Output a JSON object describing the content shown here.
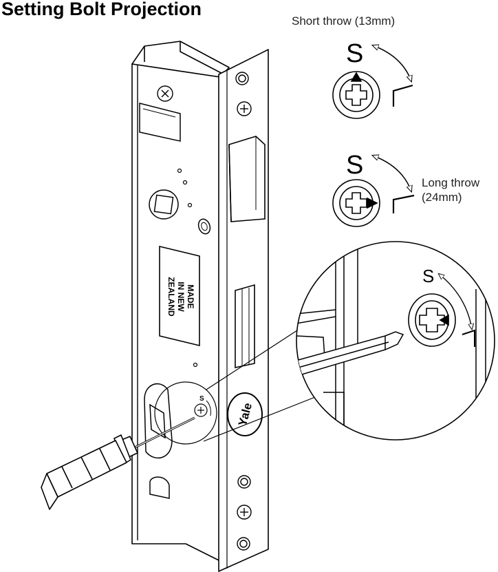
{
  "title": "Setting Bolt Projection",
  "short_throw": {
    "label": "Short throw (13mm)",
    "symbol_s": "S"
  },
  "long_throw": {
    "label_line1": "Long throw",
    "label_line2": "(24mm)",
    "symbol_s": "S"
  },
  "detail": {
    "symbol_s": "S"
  },
  "plate_label": {
    "line1": "MADE",
    "line2": "IN NEW",
    "line3": "ZEALAND"
  },
  "brand": "Yale"
}
